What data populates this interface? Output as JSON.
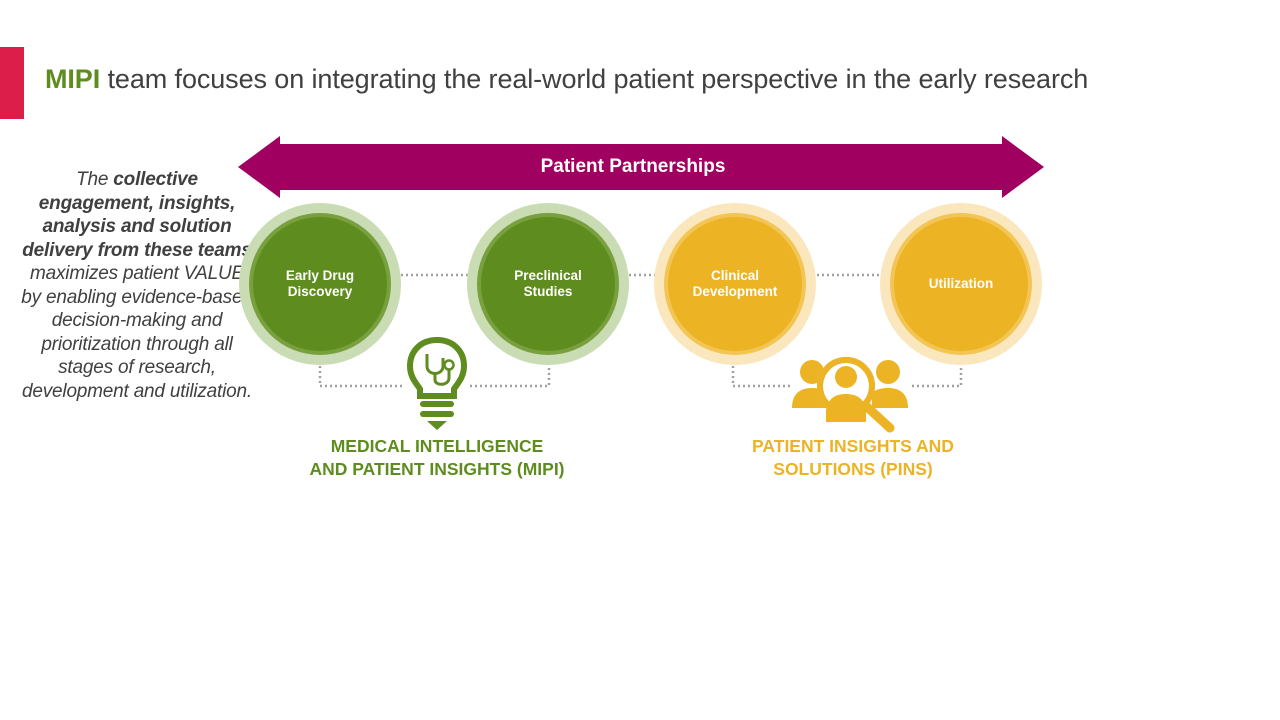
{
  "slide": {
    "title": {
      "brand": "MIPI",
      "rest": " team focuses on integrating the real-world patient perspective in the early research"
    },
    "side_text": {
      "p1": "The ",
      "b1": "collective engagement, insights, analysis and solution delivery from these teams",
      "p2": " maximizes patient VALUE by enabling evidence-based decision-making and prioritization through all stages of research, development and utilization."
    },
    "arrow": {
      "label": "Patient Partnerships",
      "color": "#a0005f"
    },
    "stages": [
      {
        "label_line1": "Early Drug",
        "label_line2": "Discovery",
        "team": "MIPI",
        "color": "#5f8c1e"
      },
      {
        "label_line1": "Preclinical",
        "label_line2": "Studies",
        "team": "MIPI",
        "color": "#5f8c1e"
      },
      {
        "label_line1": "Clinical",
        "label_line2": "Development",
        "team": "PINS",
        "color": "#ecb324"
      },
      {
        "label_line1": "Utilization",
        "label_line2": "",
        "team": "PINS",
        "color": "#ecb324"
      }
    ],
    "teams": [
      {
        "icon": "lightbulb-stethoscope-icon",
        "line1": "MEDICAL INTELLIGENCE",
        "line2": "AND PATIENT INSIGHTS (MIPI)",
        "color": "#5e8c1f"
      },
      {
        "icon": "people-magnifier-icon",
        "line1": "PATIENT INSIGHTS AND",
        "line2": "SOLUTIONS (PINS)",
        "color": "#ecb324"
      }
    ],
    "accent_color": "#dc1e4b"
  }
}
